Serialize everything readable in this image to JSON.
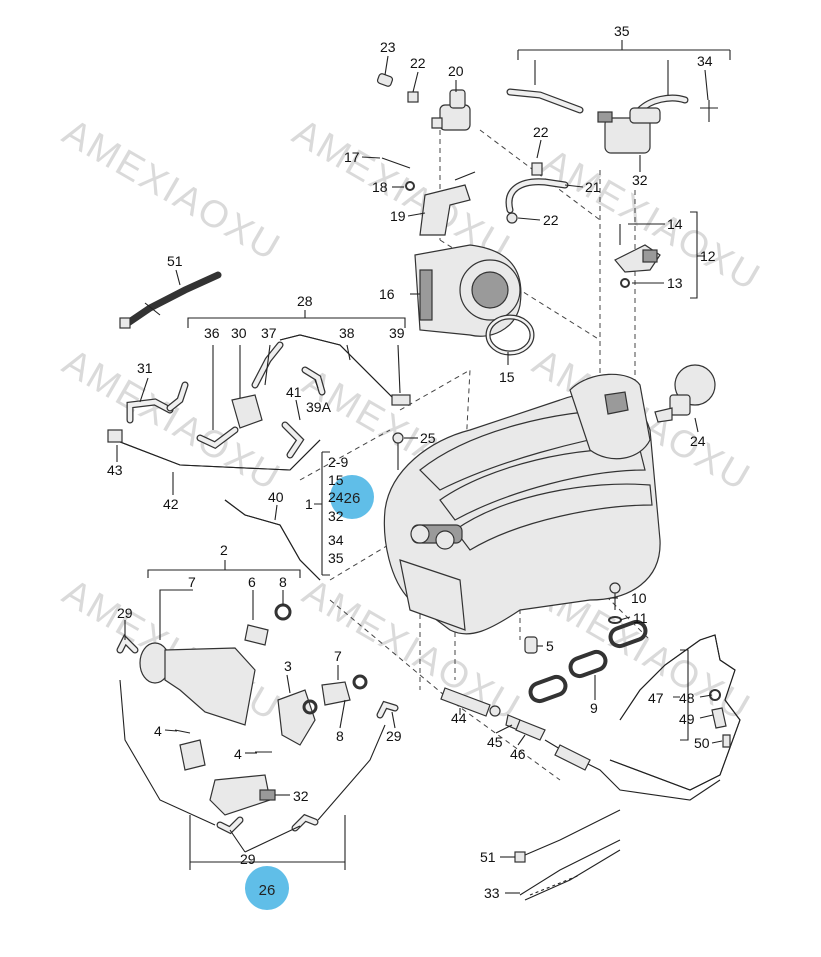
{
  "watermark": "AMEXIAOXU",
  "colors": {
    "highlight": "#4fb7e6",
    "line": "#222222",
    "part_fill": "#e9e9e9"
  },
  "callouts": {
    "c23": "23",
    "c22a": "22",
    "c20": "20",
    "c35": "35",
    "c34": "34",
    "c17": "17",
    "c18": "18",
    "c19": "19",
    "c22b": "22",
    "c21": "21",
    "c22c": "22",
    "c32a": "32",
    "c14": "14",
    "c12": "12",
    "c13": "13",
    "c51a": "51",
    "c28": "28",
    "c36": "36",
    "c30": "30",
    "c37": "37",
    "c38": "38",
    "c39": "39",
    "c16": "16",
    "c15": "15",
    "c31": "31",
    "c41": "41",
    "c39a": "39A",
    "c43": "43",
    "c42": "42",
    "c24": "24",
    "c25": "25",
    "c1": "1",
    "g_2_9": "2-9",
    "g_15": "15",
    "g_24": "24",
    "g_32": "32",
    "g_34": "34",
    "g_35": "35",
    "c40": "40",
    "c2": "2",
    "c7a": "7",
    "c6": "6",
    "c8a": "8",
    "c29a": "29",
    "c3": "3",
    "c7b": "7",
    "c8b": "8",
    "c4a": "4",
    "c4b": "4",
    "c32b": "32",
    "c29b": "29",
    "c29c": "29",
    "c26b": "26",
    "c10": "10",
    "c11": "11",
    "c5": "5",
    "c9": "9",
    "c44": "44",
    "c45": "45",
    "c46": "46",
    "c47": "47",
    "c48": "48",
    "c49": "49",
    "c50": "50",
    "c51b": "51",
    "c33": "33"
  },
  "highlights": {
    "h1": "26",
    "h2": "26"
  }
}
